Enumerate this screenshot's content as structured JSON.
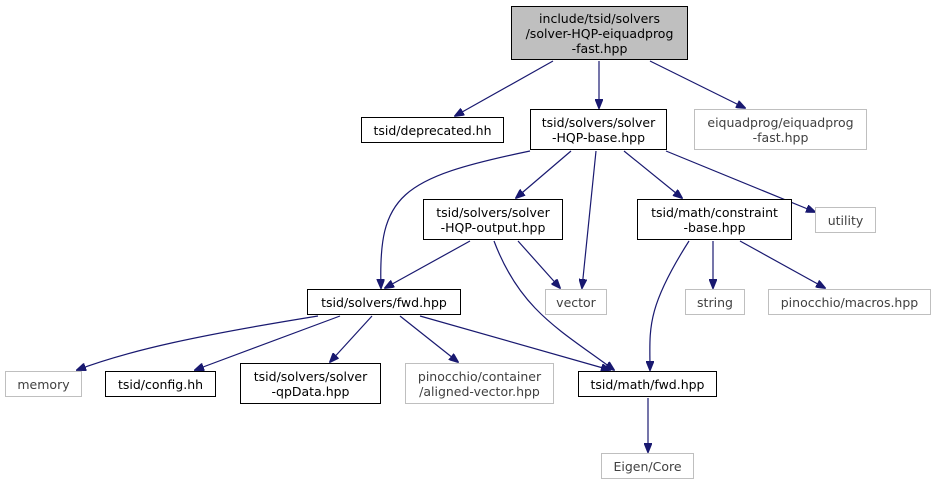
{
  "colors": {
    "edge": "#191970",
    "node_border": "#000000",
    "external_border": "#bfbfbf",
    "root_fill": "#bfbfbf",
    "text": "#000000"
  },
  "nodes": [
    {
      "id": "root",
      "lines": [
        "include/tsid/solvers",
        "/solver-HQP-eiquadprog",
        "-fast.hpp"
      ],
      "kind": "root"
    },
    {
      "id": "deprecated",
      "lines": [
        "tsid/deprecated.hh"
      ],
      "kind": "internal"
    },
    {
      "id": "hqp_base",
      "lines": [
        "tsid/solvers/solver",
        "-HQP-base.hpp"
      ],
      "kind": "internal"
    },
    {
      "id": "eiquadprog",
      "lines": [
        "eiquadprog/eiquadprog",
        "-fast.hpp"
      ],
      "kind": "external"
    },
    {
      "id": "hqp_output",
      "lines": [
        "tsid/solvers/solver",
        "-HQP-output.hpp"
      ],
      "kind": "internal"
    },
    {
      "id": "constraint_base",
      "lines": [
        "tsid/math/constraint",
        "-base.hpp"
      ],
      "kind": "internal"
    },
    {
      "id": "utility",
      "lines": [
        "utility"
      ],
      "kind": "external"
    },
    {
      "id": "solvers_fwd",
      "lines": [
        "tsid/solvers/fwd.hpp"
      ],
      "kind": "internal"
    },
    {
      "id": "vector",
      "lines": [
        "vector"
      ],
      "kind": "external"
    },
    {
      "id": "string",
      "lines": [
        "string"
      ],
      "kind": "external"
    },
    {
      "id": "macros",
      "lines": [
        "pinocchio/macros.hpp"
      ],
      "kind": "external"
    },
    {
      "id": "memory",
      "lines": [
        "memory"
      ],
      "kind": "external"
    },
    {
      "id": "config",
      "lines": [
        "tsid/config.hh"
      ],
      "kind": "internal"
    },
    {
      "id": "qpdata",
      "lines": [
        "tsid/solvers/solver",
        "-qpData.hpp"
      ],
      "kind": "internal"
    },
    {
      "id": "aligned_vector",
      "lines": [
        "pinocchio/container",
        "/aligned-vector.hpp"
      ],
      "kind": "external"
    },
    {
      "id": "math_fwd",
      "lines": [
        "tsid/math/fwd.hpp"
      ],
      "kind": "internal"
    },
    {
      "id": "eigen_core",
      "lines": [
        "Eigen/Core"
      ],
      "kind": "external"
    }
  ],
  "edges": [
    {
      "from": "root",
      "to": "deprecated"
    },
    {
      "from": "root",
      "to": "hqp_base"
    },
    {
      "from": "root",
      "to": "eiquadprog"
    },
    {
      "from": "hqp_base",
      "to": "hqp_output"
    },
    {
      "from": "hqp_base",
      "to": "constraint_base"
    },
    {
      "from": "hqp_base",
      "to": "utility"
    },
    {
      "from": "hqp_base",
      "to": "solvers_fwd"
    },
    {
      "from": "hqp_base",
      "to": "vector"
    },
    {
      "from": "hqp_output",
      "to": "solvers_fwd"
    },
    {
      "from": "hqp_output",
      "to": "vector"
    },
    {
      "from": "hqp_output",
      "to": "math_fwd"
    },
    {
      "from": "constraint_base",
      "to": "string"
    },
    {
      "from": "constraint_base",
      "to": "macros"
    },
    {
      "from": "constraint_base",
      "to": "math_fwd"
    },
    {
      "from": "solvers_fwd",
      "to": "memory"
    },
    {
      "from": "solvers_fwd",
      "to": "config"
    },
    {
      "from": "solvers_fwd",
      "to": "qpdata"
    },
    {
      "from": "solvers_fwd",
      "to": "aligned_vector"
    },
    {
      "from": "solvers_fwd",
      "to": "math_fwd"
    },
    {
      "from": "math_fwd",
      "to": "eigen_core"
    }
  ]
}
